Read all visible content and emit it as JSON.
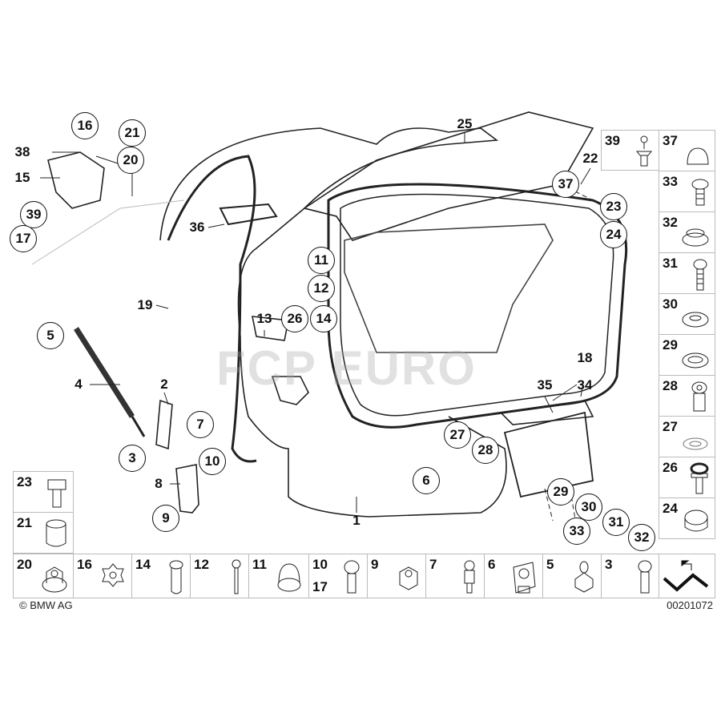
{
  "callouts_circled": [
    "16",
    "21",
    "20",
    "39",
    "17",
    "37",
    "23",
    "24",
    "11",
    "12",
    "26",
    "14",
    "5",
    "7",
    "3",
    "10",
    "9",
    "6",
    "27",
    "28",
    "29",
    "30",
    "31",
    "32",
    "33"
  ],
  "callouts_plain": [
    "38",
    "15",
    "25",
    "22",
    "36",
    "19",
    "13",
    "4",
    "2",
    "8",
    "35",
    "34",
    "18",
    "1"
  ],
  "parts_right_column": [
    "37",
    "33",
    "32",
    "31",
    "30",
    "29",
    "28",
    "27",
    "26",
    "24"
  ],
  "parts_box_top": "39",
  "parts_left_column": [
    "23",
    "21"
  ],
  "parts_bottom_row": [
    {
      "n": "20"
    },
    {
      "n": "16"
    },
    {
      "n": "14"
    },
    {
      "n": "12"
    },
    {
      "n": "11"
    },
    {
      "n": "10",
      "n2": "17"
    },
    {
      "n": "9"
    },
    {
      "n": "7"
    },
    {
      "n": "6"
    },
    {
      "n": "5"
    },
    {
      "n": "3"
    }
  ],
  "copyright": "© BMW AG",
  "diagram_number": "00201072",
  "watermark": "FCP EURO"
}
